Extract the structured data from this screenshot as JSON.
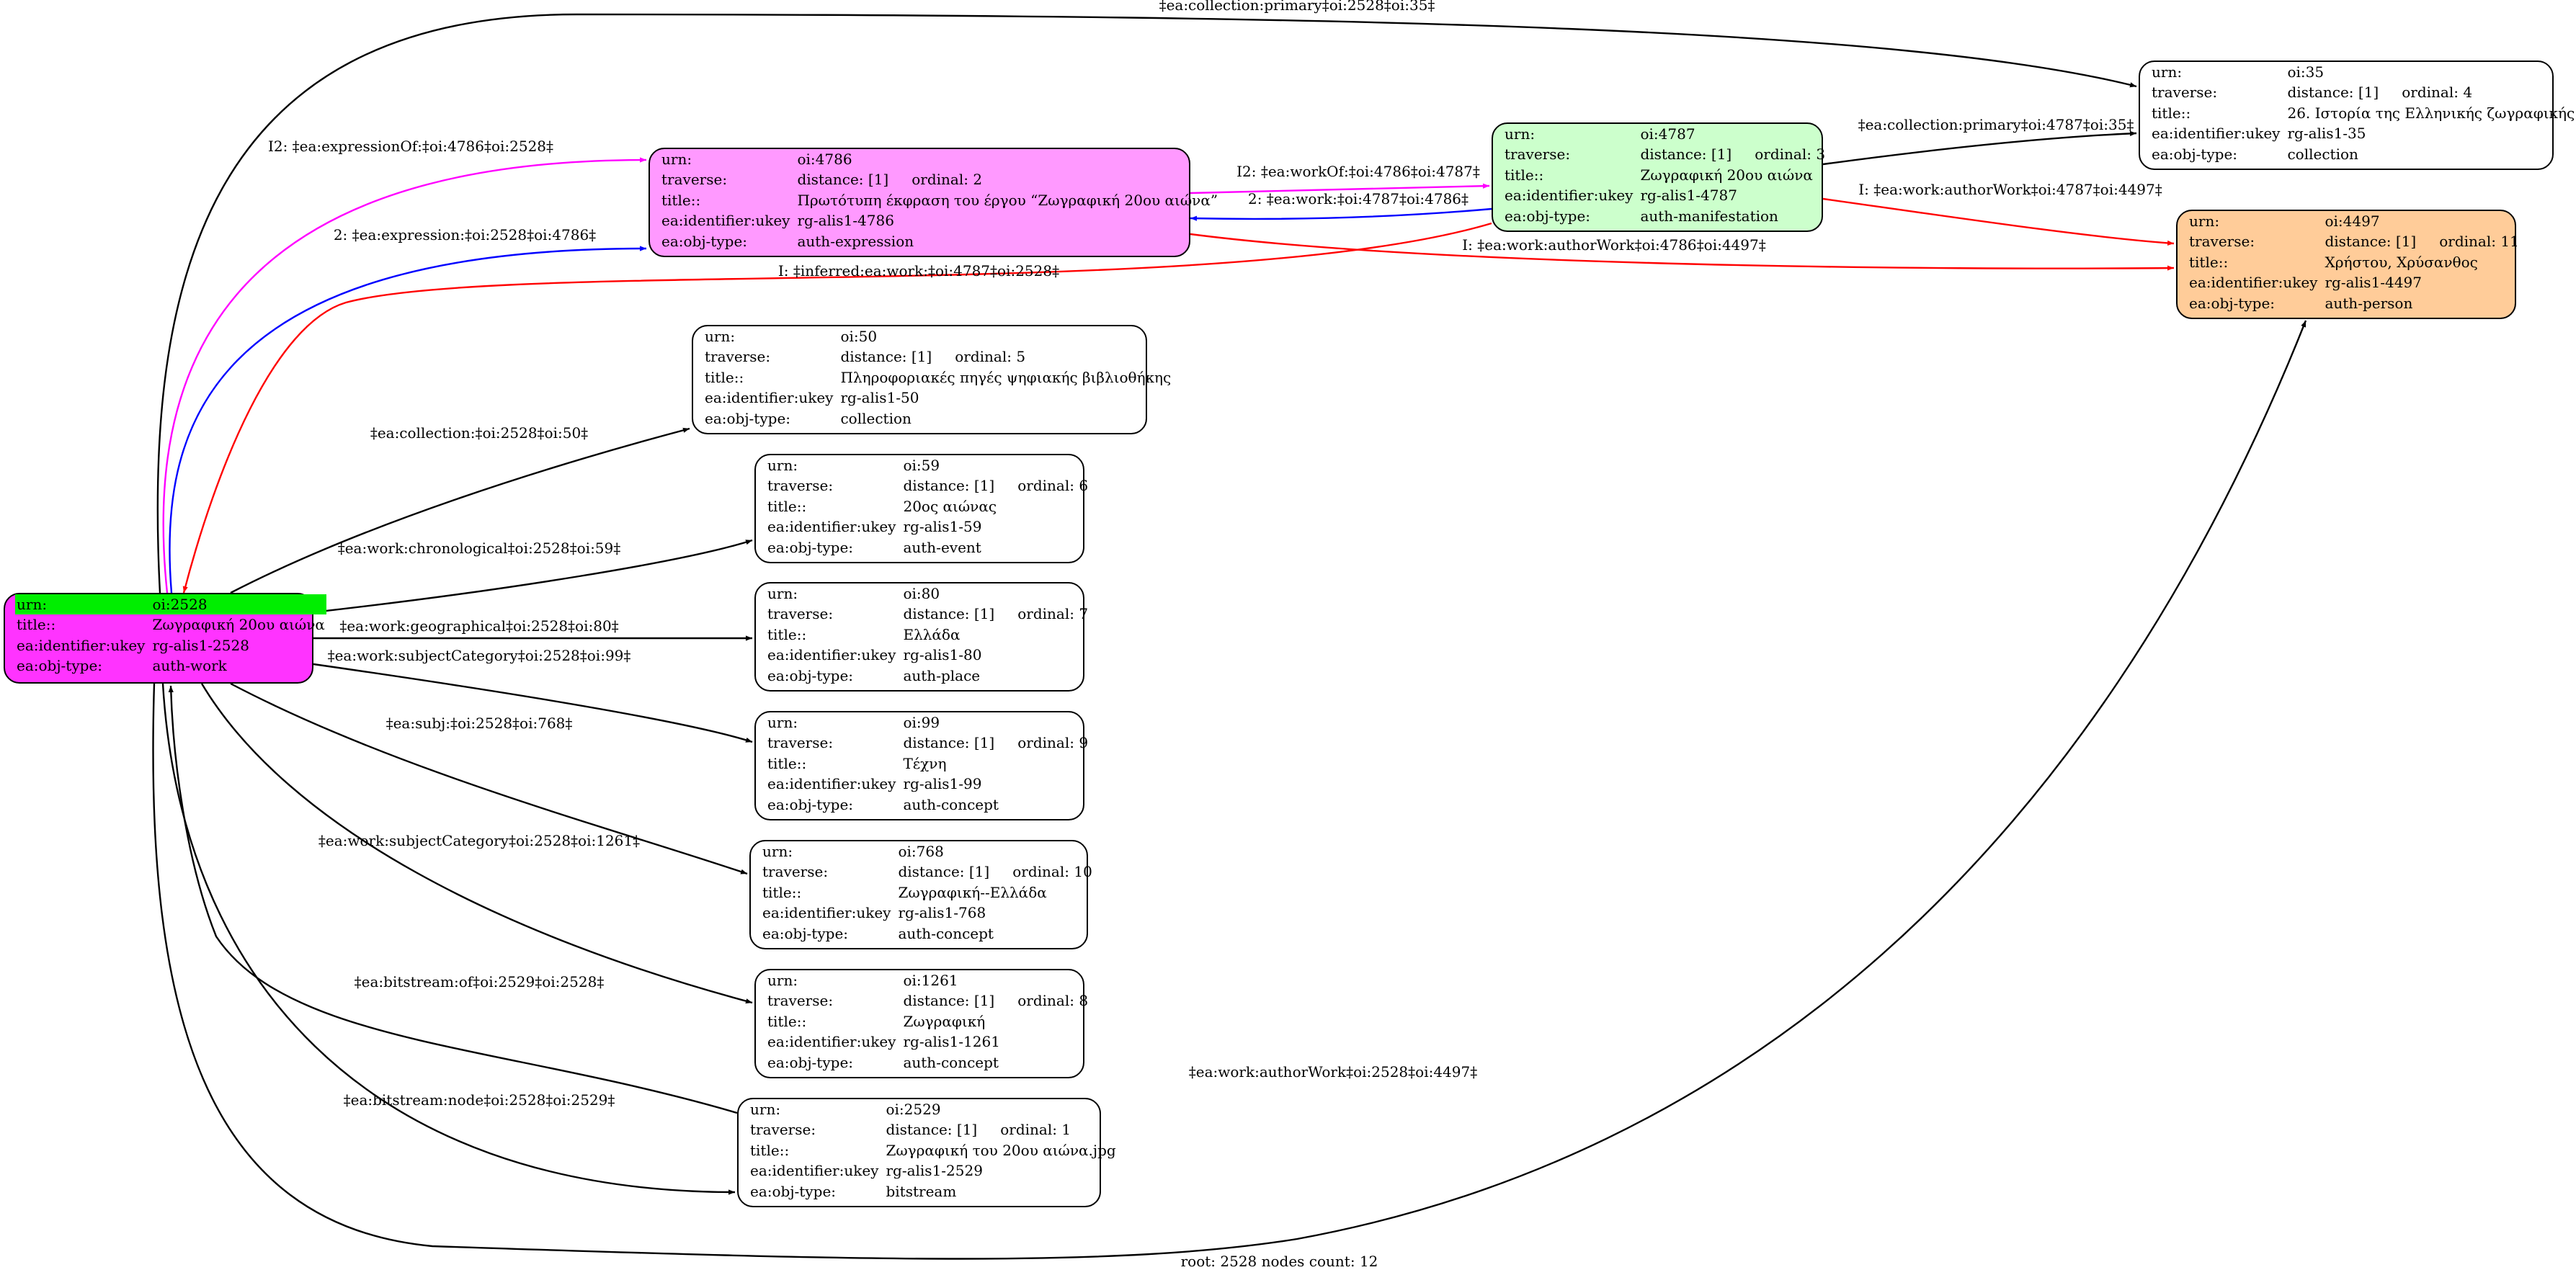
{
  "nodes": {
    "n2528": {
      "color": "#ff33ff",
      "rows": [
        [
          "urn:",
          "oi:2528"
        ],
        [
          "title::",
          "Ζωγραφική 20ου αιώνα"
        ],
        [
          "ea:identifier:ukey",
          "rg-alis1-2528"
        ],
        [
          "ea:obj-type:",
          "auth-work"
        ]
      ]
    },
    "n4786": {
      "color": "#ff99ff",
      "rows": [
        [
          "urn:",
          "oi:4786"
        ],
        [
          "traverse:",
          "distance: [1]",
          "ordinal: 2"
        ],
        [
          "title::",
          "Πρωτότυπη έκφραση του έργου “Ζωγραφική 20ου αιώνα”"
        ],
        [
          "ea:identifier:ukey",
          "rg-alis1-4786"
        ],
        [
          "ea:obj-type:",
          "auth-expression"
        ]
      ]
    },
    "n4787": {
      "color": "#ccffcc",
      "rows": [
        [
          "urn:",
          "oi:4787"
        ],
        [
          "traverse:",
          "distance: [1]",
          "ordinal: 3"
        ],
        [
          "title::",
          "Ζωγραφική 20ου αιώνα"
        ],
        [
          "ea:identifier:ukey",
          "rg-alis1-4787"
        ],
        [
          "ea:obj-type:",
          "auth-manifestation"
        ]
      ]
    },
    "n35": {
      "color": "#ffffff",
      "rows": [
        [
          "urn:",
          "oi:35"
        ],
        [
          "traverse:",
          "distance: [1]",
          "ordinal: 4"
        ],
        [
          "title::",
          "26. Ιστορία της Ελληνικής ζωγραφικής"
        ],
        [
          "ea:identifier:ukey",
          "rg-alis1-35"
        ],
        [
          "ea:obj-type:",
          "collection"
        ]
      ]
    },
    "n4497": {
      "color": "#ffcc99",
      "rows": [
        [
          "urn:",
          "oi:4497"
        ],
        [
          "traverse:",
          "distance: [1]",
          "ordinal: 11"
        ],
        [
          "title::",
          "Χρήστου, Χρύσανθος"
        ],
        [
          "ea:identifier:ukey",
          "rg-alis1-4497"
        ],
        [
          "ea:obj-type:",
          "auth-person"
        ]
      ]
    },
    "n50": {
      "color": "#ffffff",
      "rows": [
        [
          "urn:",
          "oi:50"
        ],
        [
          "traverse:",
          "distance: [1]",
          "ordinal: 5"
        ],
        [
          "title::",
          "Πληροφοριακές πηγές ψηφιακής βιβλιοθήκης"
        ],
        [
          "ea:identifier:ukey",
          "rg-alis1-50"
        ],
        [
          "ea:obj-type:",
          "collection"
        ]
      ]
    },
    "n59": {
      "color": "#ffffff",
      "rows": [
        [
          "urn:",
          "oi:59"
        ],
        [
          "traverse:",
          "distance: [1]",
          "ordinal: 6"
        ],
        [
          "title::",
          "20ος αιώνας"
        ],
        [
          "ea:identifier:ukey",
          "rg-alis1-59"
        ],
        [
          "ea:obj-type:",
          "auth-event"
        ]
      ]
    },
    "n80": {
      "color": "#ffffff",
      "rows": [
        [
          "urn:",
          "oi:80"
        ],
        [
          "traverse:",
          "distance: [1]",
          "ordinal: 7"
        ],
        [
          "title::",
          "Ελλάδα"
        ],
        [
          "ea:identifier:ukey",
          "rg-alis1-80"
        ],
        [
          "ea:obj-type:",
          "auth-place"
        ]
      ]
    },
    "n99": {
      "color": "#ffffff",
      "rows": [
        [
          "urn:",
          "oi:99"
        ],
        [
          "traverse:",
          "distance: [1]",
          "ordinal: 9"
        ],
        [
          "title::",
          "Τέχνη"
        ],
        [
          "ea:identifier:ukey",
          "rg-alis1-99"
        ],
        [
          "ea:obj-type:",
          "auth-concept"
        ]
      ]
    },
    "n768": {
      "color": "#ffffff",
      "rows": [
        [
          "urn:",
          "oi:768"
        ],
        [
          "traverse:",
          "distance: [1]",
          "ordinal: 10"
        ],
        [
          "title::",
          "Ζωγραφική--Ελλάδα"
        ],
        [
          "ea:identifier:ukey",
          "rg-alis1-768"
        ],
        [
          "ea:obj-type:",
          "auth-concept"
        ]
      ]
    },
    "n1261": {
      "color": "#ffffff",
      "rows": [
        [
          "urn:",
          "oi:1261"
        ],
        [
          "traverse:",
          "distance: [1]",
          "ordinal: 8"
        ],
        [
          "title::",
          "Ζωγραφική"
        ],
        [
          "ea:identifier:ukey",
          "rg-alis1-1261"
        ],
        [
          "ea:obj-type:",
          "auth-concept"
        ]
      ]
    },
    "n2529": {
      "color": "#ffffff",
      "rows": [
        [
          "urn:",
          "oi:2529"
        ],
        [
          "traverse:",
          "distance: [1]",
          "ordinal: 1"
        ],
        [
          "title::",
          "Ζωγραφική του 20ου αιώνα.jpg"
        ],
        [
          "ea:identifier:ukey",
          "rg-alis1-2529"
        ],
        [
          "ea:obj-type:",
          "bitstream"
        ]
      ]
    }
  },
  "edges": [
    {
      "label": "‡ea:collection:primary‡oi:2528‡oi:35‡",
      "color": "#000000"
    },
    {
      "label": "I2: ‡ea:expressionOf:‡oi:4786‡oi:2528‡",
      "color": "#ff00ff"
    },
    {
      "label": "2: ‡ea:expression:‡oi:2528‡oi:4786‡",
      "color": "#0000ff"
    },
    {
      "label": "I2: ‡ea:workOf:‡oi:4786‡oi:4787‡",
      "color": "#ff00ff"
    },
    {
      "label": "2: ‡ea:work:‡oi:4787‡oi:4786‡",
      "color": "#0000ff"
    },
    {
      "label": "‡ea:collection:primary‡oi:4787‡oi:35‡",
      "color": "#000000"
    },
    {
      "label": "I: ‡ea:work:authorWork‡oi:4787‡oi:4497‡",
      "color": "#ff0000"
    },
    {
      "label": "I: ‡ea:work:authorWork‡oi:4786‡oi:4497‡",
      "color": "#ff0000"
    },
    {
      "label": "I: ‡inferred:ea:work:‡oi:4787‡oi:2528‡",
      "color": "#ff0000"
    },
    {
      "label": "‡ea:collection:‡oi:2528‡oi:50‡",
      "color": "#000000"
    },
    {
      "label": "‡ea:work:chronological‡oi:2528‡oi:59‡",
      "color": "#000000"
    },
    {
      "label": "‡ea:work:geographical‡oi:2528‡oi:80‡",
      "color": "#000000"
    },
    {
      "label": "‡ea:work:subjectCategory‡oi:2528‡oi:99‡",
      "color": "#000000"
    },
    {
      "label": "‡ea:subj:‡oi:2528‡oi:768‡",
      "color": "#000000"
    },
    {
      "label": "‡ea:work:subjectCategory‡oi:2528‡oi:1261‡",
      "color": "#000000"
    },
    {
      "label": "‡ea:bitstream:of‡oi:2529‡oi:2528‡",
      "color": "#000000"
    },
    {
      "label": "‡ea:bitstream:node‡oi:2528‡oi:2529‡",
      "color": "#000000"
    },
    {
      "label": "‡ea:work:authorWork‡oi:2528‡oi:4497‡",
      "color": "#000000"
    }
  ],
  "footer": "root: 2528 nodes count: 12"
}
